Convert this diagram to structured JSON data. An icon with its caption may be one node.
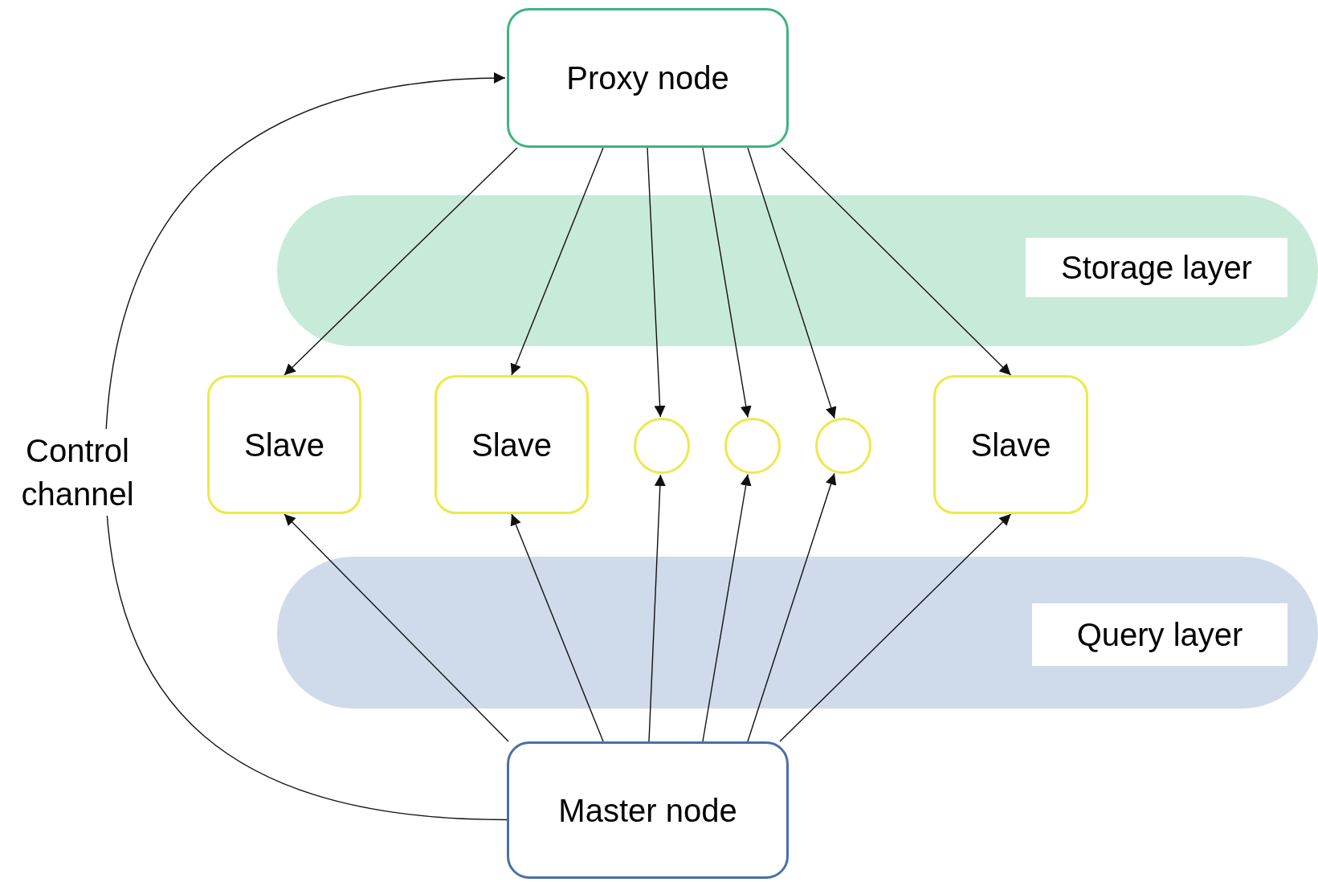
{
  "diagram": {
    "nodes": [
      {
        "text": [
          "Proxy node"
        ]
      },
      {
        "text": [
          "Storage layer"
        ]
      },
      {
        "text": [
          "Slave"
        ]
      },
      {
        "text": [
          "Slave"
        ]
      },
      {
        "text": [],
        "shape": "circle"
      },
      {
        "text": [],
        "shape": "circle"
      },
      {
        "text": [],
        "shape": "circle"
      },
      {
        "text": [
          "Slave"
        ]
      },
      {
        "text": [
          "Query layer"
        ]
      },
      {
        "text": [
          "Master node"
        ]
      }
    ],
    "edges": [
      {
        "from": 0,
        "to": 2,
        "arrow": "to"
      },
      {
        "from": 0,
        "to": 3,
        "arrow": "to"
      },
      {
        "from": 0,
        "to": 4,
        "arrow": "to"
      },
      {
        "from": 0,
        "to": 5,
        "arrow": "to"
      },
      {
        "from": 0,
        "to": 6,
        "arrow": "to"
      },
      {
        "from": 0,
        "to": 7,
        "arrow": "to"
      },
      {
        "from": 9,
        "to": 2,
        "arrow": "to"
      },
      {
        "from": 9,
        "to": 3,
        "arrow": "to"
      },
      {
        "from": 9,
        "to": 4,
        "arrow": "to"
      },
      {
        "from": 9,
        "to": 5,
        "arrow": "to"
      },
      {
        "from": 9,
        "to": 6,
        "arrow": "to"
      },
      {
        "from": 9,
        "to": 7,
        "arrow": "to"
      },
      {
        "from": 9,
        "to": 0,
        "arrow": "to",
        "label": "Control channel"
      }
    ]
  }
}
